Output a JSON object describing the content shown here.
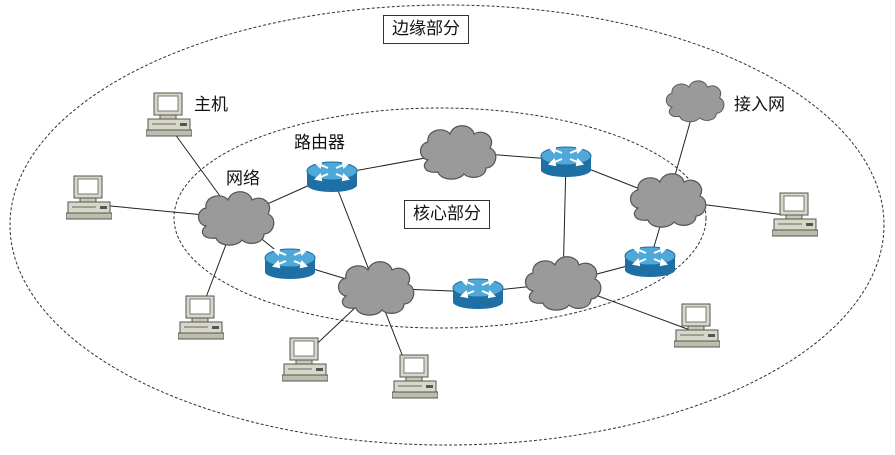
{
  "labels": {
    "edge_part": "边缘部分",
    "core_part": "核心部分",
    "host": "主机",
    "network": "网络",
    "router": "路由器",
    "access_network": "接入网"
  },
  "colors": {
    "cloud": "#9a9a9a",
    "router_top": "#4ea8d8",
    "router_side": "#1e6fa3",
    "computer_body": "#d8d8c8",
    "outline": "#333333"
  },
  "icons": {
    "cloud": "network-cloud-icon",
    "router": "router-icon",
    "host": "host-computer-icon"
  }
}
